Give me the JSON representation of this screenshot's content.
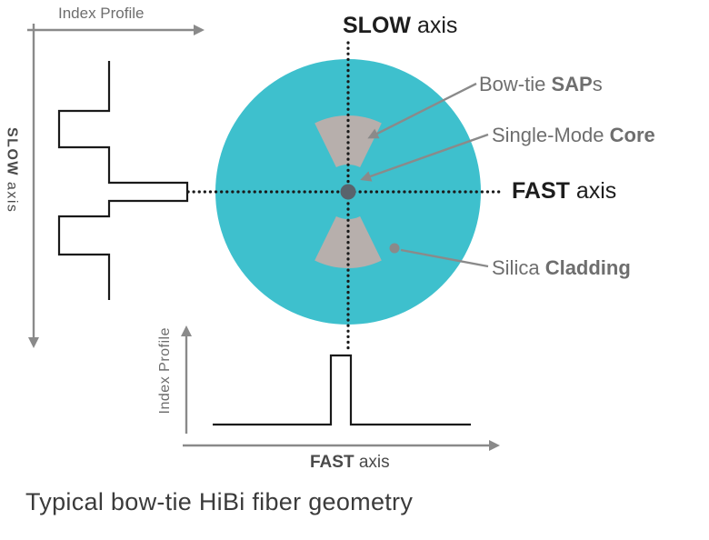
{
  "colors": {
    "cladding": "#3EC0CD",
    "sap": "#B7AFAC",
    "core": "#59636C",
    "arrow": "#8A8A8A",
    "line": "#1A1A1A",
    "graytext": "#6E6E6E",
    "darktext": "#1D1D1D",
    "midtext": "#4A4A4A",
    "captiontext": "#3B3B3B"
  },
  "cross_section": {
    "slow_axis_label": {
      "bold": "SLOW",
      "rest": " axis"
    },
    "fast_axis_label": {
      "bold": "FAST",
      "rest": " axis"
    },
    "callouts": {
      "saps": {
        "pre": "Bow-tie ",
        "bold": "SAP",
        "post": "s"
      },
      "core": {
        "pre": "Single-Mode ",
        "bold": "Core",
        "post": ""
      },
      "cladding": {
        "pre": "Silica ",
        "bold": "Cladding",
        "post": ""
      }
    }
  },
  "slow_profile": {
    "title": "Index Profile",
    "axis_label": {
      "bold": "SLOW",
      "rest": " axis"
    }
  },
  "fast_profile": {
    "title": "Index Profile",
    "axis_label": {
      "bold": "FAST",
      "rest": " axis"
    }
  },
  "caption": "Typical bow-tie HiBi fiber geometry"
}
